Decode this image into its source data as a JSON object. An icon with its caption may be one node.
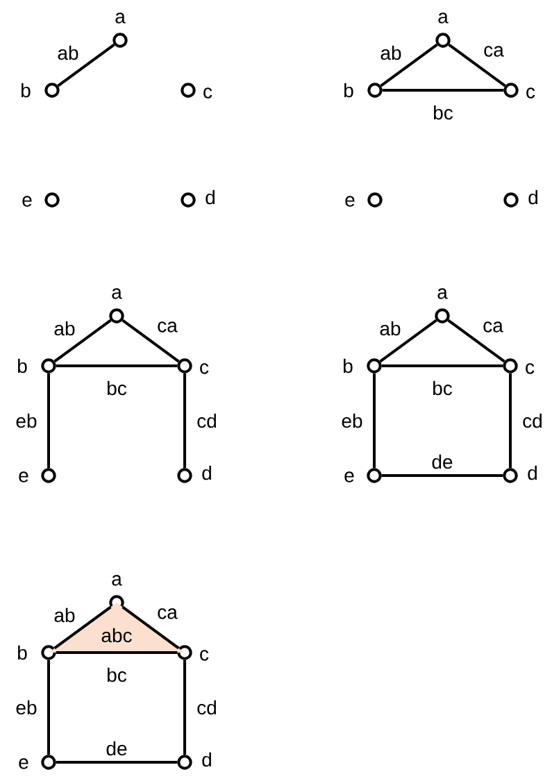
{
  "diagram": {
    "nodes": [
      {
        "text": [],
        "shape": "circle",
        "beside": [
          "a"
        ]
      },
      {
        "text": [],
        "shape": "circle",
        "beside": [
          "b"
        ]
      },
      {
        "text": [],
        "shape": "circle",
        "beside": [
          "c"
        ]
      },
      {
        "text": [],
        "shape": "circle",
        "beside": [
          "e"
        ]
      },
      {
        "text": [],
        "shape": "circle",
        "beside": [
          "d"
        ]
      },
      {
        "text": [],
        "shape": "circle",
        "beside": [
          "a"
        ]
      },
      {
        "text": [],
        "shape": "circle",
        "beside": [
          "b"
        ]
      },
      {
        "text": [],
        "shape": "circle",
        "beside": [
          "c"
        ]
      },
      {
        "text": [],
        "shape": "circle",
        "beside": [
          "e"
        ]
      },
      {
        "text": [],
        "shape": "circle",
        "beside": [
          "d"
        ]
      },
      {
        "text": [],
        "shape": "circle",
        "beside": [
          "a"
        ]
      },
      {
        "text": [],
        "shape": "circle",
        "beside": [
          "b"
        ]
      },
      {
        "text": [],
        "shape": "circle",
        "beside": [
          "c"
        ]
      },
      {
        "text": [],
        "shape": "circle",
        "beside": [
          "e"
        ]
      },
      {
        "text": [],
        "shape": "circle",
        "beside": [
          "d"
        ]
      },
      {
        "text": [],
        "shape": "circle",
        "beside": [
          "a"
        ]
      },
      {
        "text": [],
        "shape": "circle",
        "beside": [
          "b"
        ]
      },
      {
        "text": [],
        "shape": "circle",
        "beside": [
          "c"
        ]
      },
      {
        "text": [],
        "shape": "circle",
        "beside": [
          "e"
        ]
      },
      {
        "text": [],
        "shape": "circle",
        "beside": [
          "d"
        ]
      },
      {
        "text": [],
        "shape": "circle",
        "beside": [
          "a"
        ]
      },
      {
        "text": [],
        "shape": "circle",
        "beside": [
          "b"
        ]
      },
      {
        "text": [],
        "shape": "circle",
        "beside": [
          "c"
        ]
      },
      {
        "text": [],
        "shape": "circle",
        "beside": [
          "e"
        ]
      },
      {
        "text": [],
        "shape": "circle",
        "beside": [
          "d"
        ]
      },
      {
        "text": [
          "abc"
        ]
      }
    ],
    "edges": [
      {
        "from": 0,
        "to": 1,
        "arrow": "none",
        "label": "ab"
      },
      {
        "from": 5,
        "to": 6,
        "arrow": "none",
        "label": "ab"
      },
      {
        "from": 7,
        "to": 5,
        "arrow": "none",
        "label": "ca"
      },
      {
        "from": 6,
        "to": 7,
        "arrow": "none",
        "label": "bc"
      },
      {
        "from": 10,
        "to": 11,
        "arrow": "none",
        "label": "ab"
      },
      {
        "from": 12,
        "to": 10,
        "arrow": "none",
        "label": "ca"
      },
      {
        "from": 11,
        "to": 12,
        "arrow": "none",
        "label": "bc"
      },
      {
        "from": 13,
        "to": 11,
        "arrow": "none",
        "label": "eb"
      },
      {
        "from": 12,
        "to": 14,
        "arrow": "none",
        "label": "cd"
      },
      {
        "from": 15,
        "to": 16,
        "arrow": "none",
        "label": "ab"
      },
      {
        "from": 17,
        "to": 15,
        "arrow": "none",
        "label": "ca"
      },
      {
        "from": 16,
        "to": 17,
        "arrow": "none",
        "label": "bc"
      },
      {
        "from": 18,
        "to": 16,
        "arrow": "none",
        "label": "eb"
      },
      {
        "from": 17,
        "to": 19,
        "arrow": "none",
        "label": "cd"
      },
      {
        "from": 19,
        "to": 18,
        "arrow": "none",
        "label": "de"
      },
      {
        "from": 20,
        "to": 21,
        "arrow": "none",
        "label": "ab"
      },
      {
        "from": 22,
        "to": 20,
        "arrow": "none",
        "label": "ca"
      },
      {
        "from": 21,
        "to": 22,
        "arrow": "none",
        "label": "bc"
      },
      {
        "from": 23,
        "to": 21,
        "arrow": "none",
        "label": "eb"
      },
      {
        "from": 22,
        "to": 24,
        "arrow": "none",
        "label": "cd"
      },
      {
        "from": 24,
        "to": 23,
        "arrow": "none",
        "label": "de"
      }
    ]
  }
}
